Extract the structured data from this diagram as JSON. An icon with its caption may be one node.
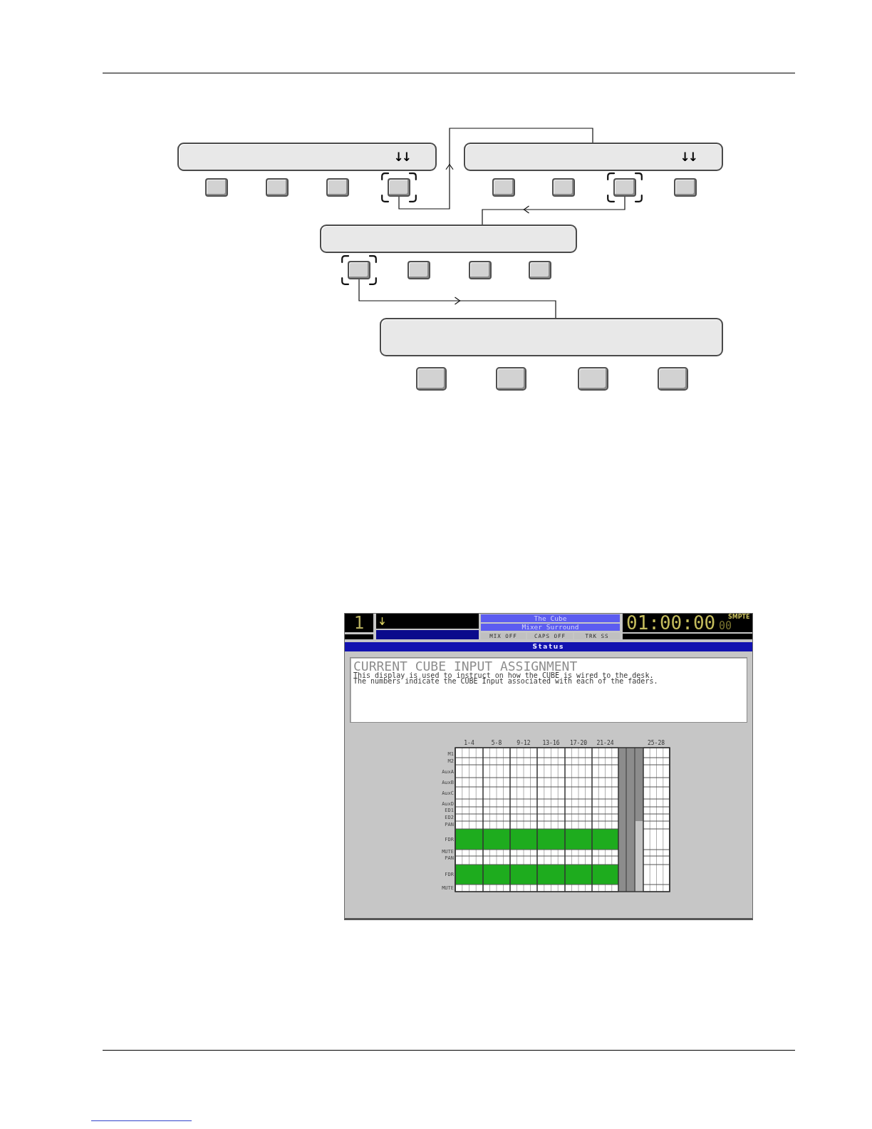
{
  "diagram": {
    "nodes": [
      {
        "text": [
          "↓↓"
        ]
      },
      {
        "text": [
          "↓↓"
        ]
      },
      {
        "text": [],
        "shape": "box"
      },
      {
        "text": [],
        "shape": "box"
      },
      {
        "text": [],
        "shape": "box"
      },
      {
        "text": [],
        "shape": "box"
      },
      {
        "text": [],
        "shape": "box"
      },
      {
        "text": [],
        "shape": "box"
      },
      {
        "text": [],
        "shape": "box"
      },
      {
        "text": [],
        "shape": "box"
      },
      {
        "text": [],
        "shape": "box"
      },
      {
        "text": [],
        "shape": "box"
      },
      {
        "text": [],
        "shape": "box"
      },
      {
        "text": [],
        "shape": "box"
      },
      {
        "text": [],
        "shape": "box"
      },
      {
        "text": [],
        "shape": "box"
      },
      {
        "text": [],
        "shape": "box"
      },
      {
        "text": [],
        "shape": "box"
      },
      {
        "text": [],
        "shape": "box"
      },
      {
        "text": [],
        "shape": "box"
      }
    ],
    "edges": [
      {
        "from": 5,
        "to": 1,
        "arrow": "to"
      },
      {
        "from": 8,
        "to": 10,
        "arrow": "to"
      },
      {
        "from": 11,
        "to": 15,
        "arrow": "to"
      }
    ],
    "labels": [
      "1",
      "The Cube",
      "Mixer Surround",
      "01:00:00",
      "00",
      "SMPTE",
      "MIX OFF",
      "CAPS OFF",
      "TRK SS",
      "Status",
      "CURRENT CUBE INPUT ASSIGNMENT",
      "This display is used to instruct on how the CUBE is wired to the desk.",
      "The numbers indicate the CUBE Input associated with each of the faders.",
      "1-4",
      "5-8",
      "9-12",
      "13-16",
      "17-20",
      "21-24",
      "25-28",
      "M1",
      "M2",
      "AuxA",
      "AuxB",
      "AuxC",
      "AuxD",
      "ED1",
      "ED2",
      "PAN",
      "FDR",
      "MUTE",
      "PAN",
      "FDR",
      "MUTE"
    ]
  }
}
